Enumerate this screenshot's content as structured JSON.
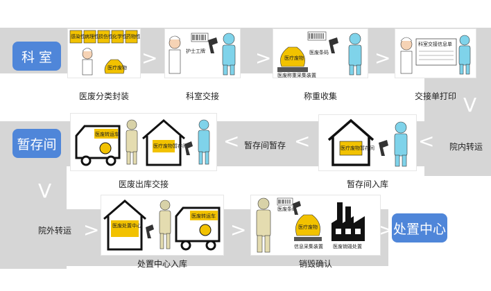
{
  "nodes": {
    "department": "科 室",
    "storage": "暂存间",
    "disposal_center": "处置中心"
  },
  "steps": {
    "s1": "医废分类封装",
    "s2": "科室交接",
    "s3": "称重收集",
    "s4": "交接单打印",
    "s5": "暂存间入库",
    "s6": "医废出库交接",
    "s7": "处置中心入库",
    "s8": "销毁确认"
  },
  "edges": {
    "in_hospital": "院内转运",
    "storage_temp": "暂存间暂存",
    "out_hospital": "院外转运"
  },
  "figure_text": {
    "bin_labels": [
      "感染性",
      "病理性",
      "损伤性",
      "化学性",
      "药物性"
    ],
    "bag_label": "医疗废物",
    "nurse_tag": "护士工牌",
    "barcode_label": "医废条码",
    "scale_label": "医废称重采集装置",
    "form_title": "科室交接信息单",
    "truck_label": "医废转运车",
    "house_label": "医疗废物暂存间",
    "center_label": "医废处置中心",
    "barcode_small": "医废条码",
    "terminal_label": "信息采集装置",
    "factory_label": "医废销毁处置"
  },
  "colors": {
    "node_blue": "#4f86d9",
    "band_gray": "#d6d6d6",
    "bag_yellow": "#f2c200",
    "worker_blue": "#7fd3ea"
  }
}
